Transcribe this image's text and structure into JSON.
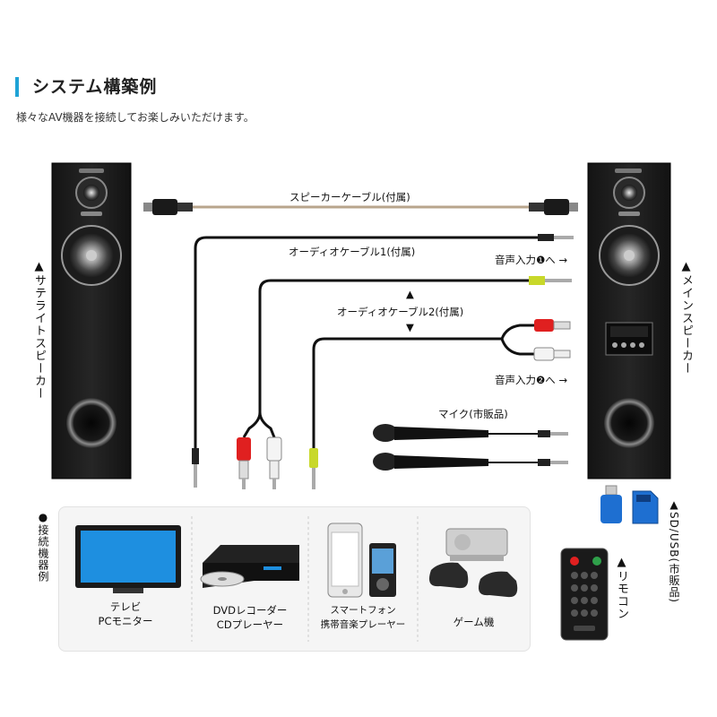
{
  "header": {
    "title": "システム構築例",
    "subtitle": "様々なAV機器を接続してお楽しみいただけます。"
  },
  "speakers": {
    "left_label": "▲サテライトスピーカー",
    "right_label": "▲メインスピーカー"
  },
  "cables": {
    "speaker_cable": "スピーカーケーブル(付属)",
    "audio_cable_1": "オーディオケーブル1(付属)",
    "audio_cable_2": "オーディオケーブル2(付属)",
    "input_1": "音声入力❶へ →",
    "input_2": "音声入力❷へ →",
    "mic": "マイク(市販品)",
    "up_arrow": "▲",
    "down_arrow": "▼"
  },
  "side_labels": {
    "sd_usb": "▲SD/USB(市販品)",
    "remote": "▲リモコン",
    "devices_heading": "●接続機器例"
  },
  "devices": [
    {
      "line1": "テレビ",
      "line2": "PCモニター"
    },
    {
      "line1": "DVDレコーダー",
      "line2": "CDプレーヤー"
    },
    {
      "line1": "スマートフォン",
      "line2": "携帯音楽プレーヤー"
    },
    {
      "line1": "ゲーム機",
      "line2": ""
    }
  ],
  "colors": {
    "accent": "#1fa3d6",
    "cable_black": "#111111",
    "cable_speaker": "#b8a58c",
    "plug_red": "#e02020",
    "plug_white": "#f4f4f4",
    "plug_yellow": "#c8d82a",
    "usb_blue": "#1e6fd1"
  }
}
